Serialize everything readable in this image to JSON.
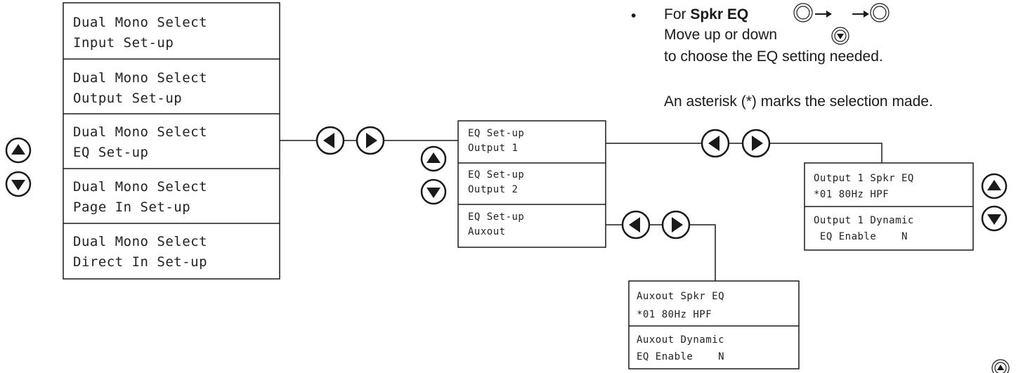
{
  "left_menu": [
    {
      "line1": "Dual Mono Select",
      "line2": "Input Set-up"
    },
    {
      "line1": "Dual Mono Select",
      "line2": "Output Set-up"
    },
    {
      "line1": "Dual Mono Select",
      "line2": "EQ Set-up"
    },
    {
      "line1": "Dual Mono Select",
      "line2": "Page In Set-up"
    },
    {
      "line1": "Dual Mono Select",
      "line2": "Direct In Set-up"
    }
  ],
  "eq_menu": [
    {
      "line1": "EQ Set-up",
      "line2": "Output 1"
    },
    {
      "line1": "EQ Set-up",
      "line2": "Output 2"
    },
    {
      "line1": "EQ Set-up",
      "line2": "Auxout"
    }
  ],
  "output1_menu": [
    {
      "line1": "Output 1 Spkr EQ",
      "line2": "*01 80Hz HPF"
    },
    {
      "line1": "Output 1 Dynamic",
      "line2": " EQ Enable    N"
    }
  ],
  "auxout_menu": [
    {
      "line1": "Auxout Spkr EQ",
      "line2": "*01 80Hz HPF"
    },
    {
      "line1": "Auxout Dynamic",
      "line2": "EQ Enable    N"
    }
  ],
  "instructions": {
    "bullet": "•",
    "for_prefix": "For",
    "for_bold": "Spkr EQ",
    "move": "Move up or down",
    "choose": "to choose the EQ setting needed.",
    "asterisk_note": "An asterisk (*) marks the selection made."
  },
  "icons": {
    "up": "up-arrow-button-icon",
    "down": "down-arrow-button-icon",
    "left": "left-arrow-button-icon",
    "right": "right-arrow-button-icon",
    "enter": "enter-button-icon",
    "arrow": "right-arrow-icon"
  },
  "colors": {
    "line": "#1a1a1a",
    "background": "#ffffff"
  }
}
